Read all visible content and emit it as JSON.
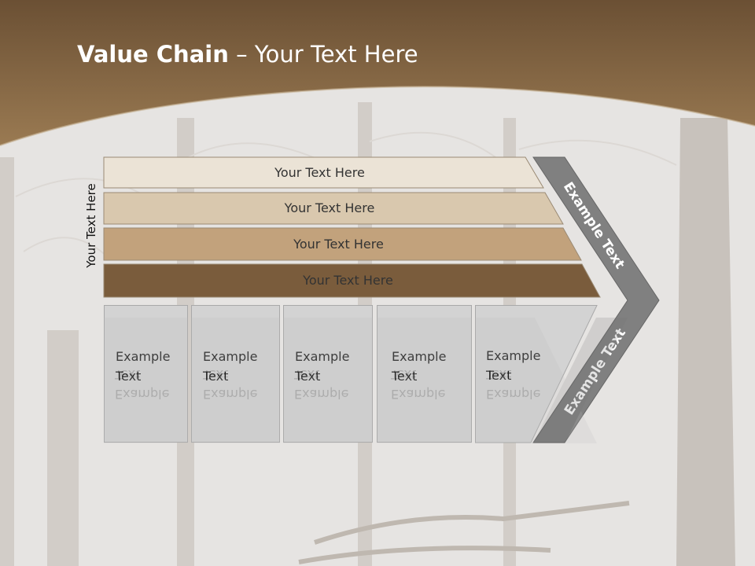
{
  "title": {
    "bold": "Value Chain",
    "rest": " – Your Text Here"
  },
  "side_label": "Your Text Here",
  "bars": [
    {
      "label": "Your Text Here",
      "fill": "#ebe3d6",
      "text_color": "#333333"
    },
    {
      "label": "Your Text Here",
      "fill": "#d9c8ae",
      "text_color": "#333333"
    },
    {
      "label": "Your Text Here",
      "fill": "#c2a27c",
      "text_color": "#333333"
    },
    {
      "label": "Your Text Here",
      "fill": "#7a5c3c",
      "text_color": "#333333"
    }
  ],
  "boxes": [
    {
      "line1": "Example",
      "line2": "Text"
    },
    {
      "line1": "Example",
      "line2": "Text"
    },
    {
      "line1": "Example",
      "line2": "Text"
    },
    {
      "line1": "Example",
      "line2": "Text"
    },
    {
      "line1": "Example",
      "line2": "Text"
    }
  ],
  "chevron": {
    "upper": "Example Text",
    "lower": "Example Text"
  },
  "colors": {
    "header_brown": "#8a6a45",
    "header_dark": "#6b5034",
    "chevron_gray": "#808080",
    "box_gray": "#d3d3d3",
    "snow_bg": "#e8e6e4"
  }
}
